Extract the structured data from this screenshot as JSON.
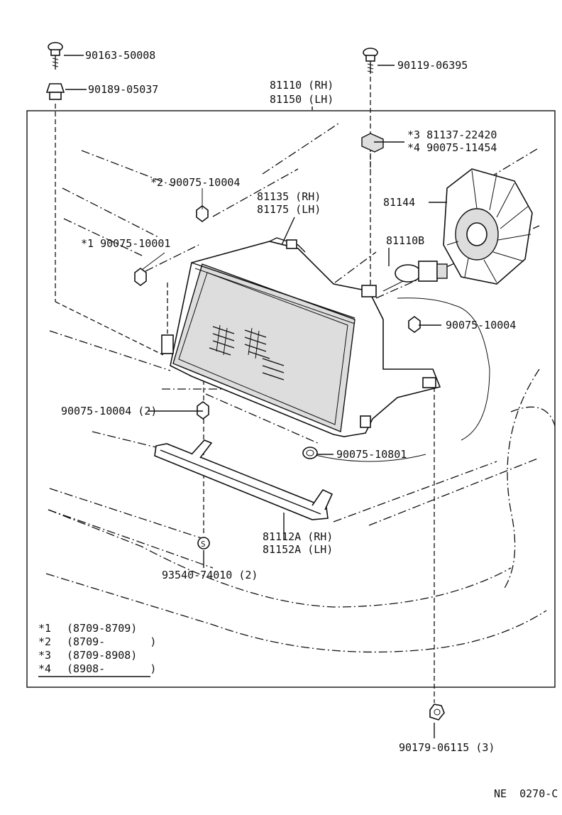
{
  "parts": {
    "p90163": "90163-50008",
    "p90189": "90189-05037",
    "p90119": "90119-06395",
    "p81110_rh": "81110 (RH)",
    "p81150_lh": "81150 (LH)",
    "p81137": "*3  81137-22420",
    "p90075_11454": "*4  90075-11454",
    "p90075_10004_s2": "*2  90075-10004",
    "p81135_rh": "81135 (RH)",
    "p81175_lh": "81175 (LH)",
    "p81144": "81144",
    "p81110b": "81110B",
    "p90075_10001": "*1  90075-10001",
    "p90075_10004_r": "90075-10004",
    "p90075_10004_2": "90075-10004 (2)",
    "p90075_10801": "90075-10801",
    "p81112a_rh": "81112A (RH)",
    "p81152a_lh": "81152A (LH)",
    "p93540": "93540-74010 (2)",
    "p90179": "90179-06115 (3)"
  },
  "legend": [
    {
      "mark": "*1",
      "range": "(8709-8709)"
    },
    {
      "mark": "*2",
      "range": "(8709-       )"
    },
    {
      "mark": "*3",
      "range": "(8709-8908)"
    },
    {
      "mark": "*4",
      "range": "(8908-       )"
    }
  ],
  "footer": {
    "code": "NE  0270-C"
  }
}
